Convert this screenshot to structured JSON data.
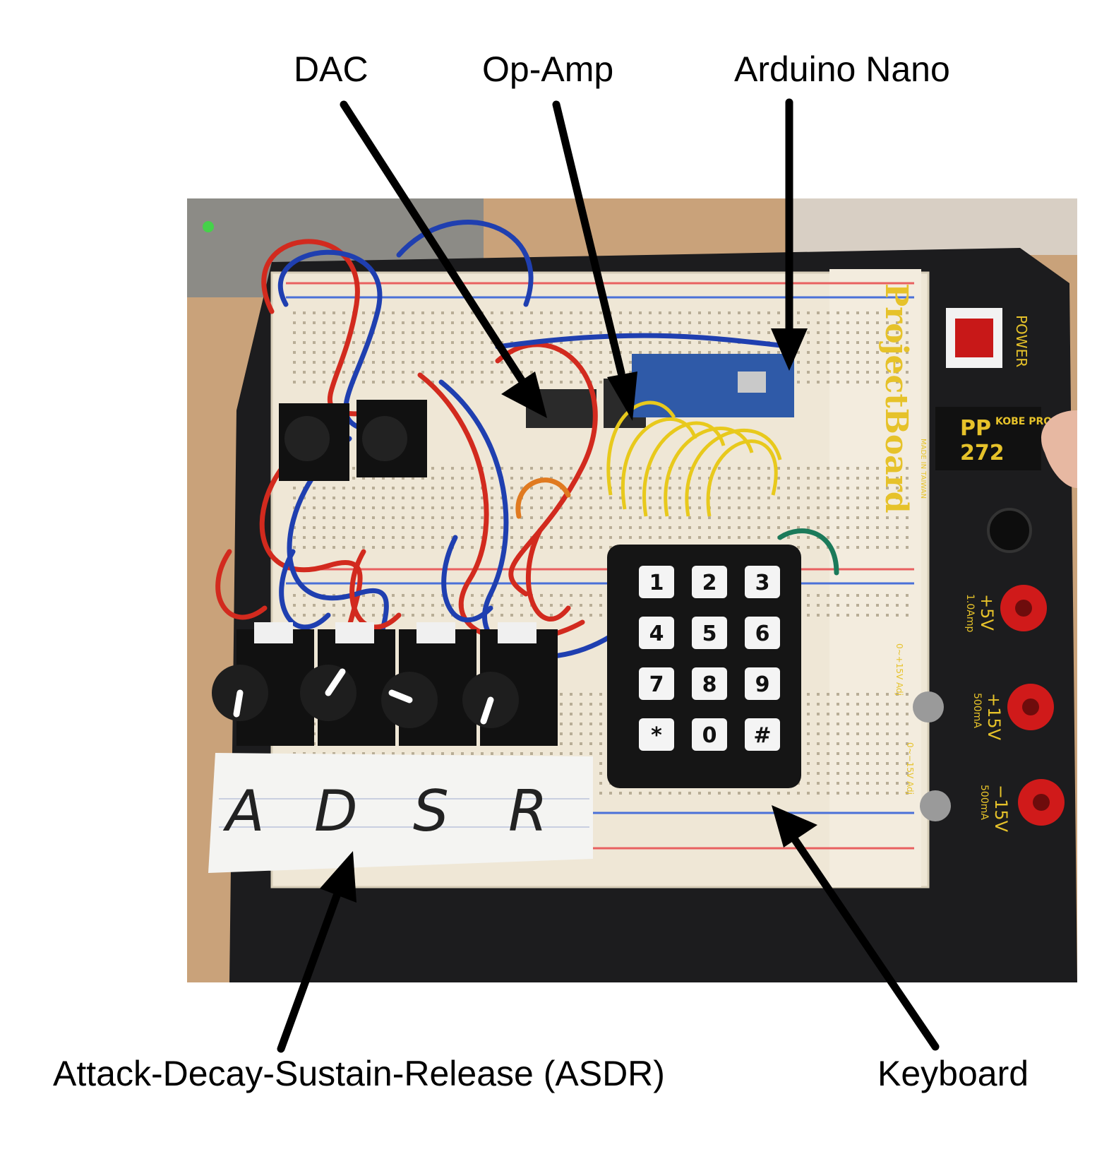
{
  "labels": {
    "dac": "DAC",
    "op_amp": "Op-Amp",
    "arduino": "Arduino Nano",
    "asdr": "Attack-Decay-Sustain-Release (ASDR)",
    "keyboard": "Keyboard"
  },
  "photo": {
    "board_brand": "ProjectBoard",
    "power_label": "POWER",
    "model_line1": "PP",
    "model_line2": "272",
    "maker": "KOBE PRODUCTS",
    "made_in": "MADE IN TAIWAN",
    "terminal_5v": "+5V",
    "terminal_5v_current": "1.0Amp",
    "terminal_15v": "+15V",
    "terminal_15v_current": "500mA",
    "terminal_neg15v": "−15V",
    "terminal_neg15v_current": "500mA",
    "adj_pos": "0~+15V Adj",
    "adj_neg": "0~−15V Adj",
    "keypad_keys": [
      "1",
      "2",
      "3",
      "4",
      "5",
      "6",
      "7",
      "8",
      "9",
      "*",
      "0",
      "#"
    ],
    "note_letters": [
      "A",
      "D",
      "S",
      "R"
    ]
  },
  "colors": {
    "board_black": "#1c1c1e",
    "breadboard": "#efe7d6",
    "wire_red": "#d22a1e",
    "wire_blue": "#1f3fb0",
    "wire_yellow": "#e8c91c",
    "brand_yellow": "#e6c22a",
    "terminal_red": "#d01a1a",
    "desk_wood": "#c9a27a"
  }
}
